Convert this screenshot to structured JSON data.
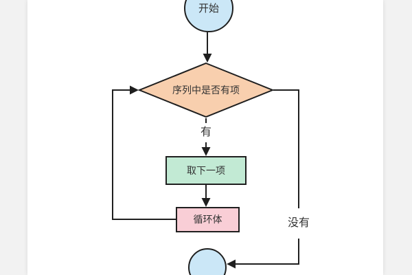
{
  "palette": {
    "page_background": "#f2f2f2",
    "canvas_background": "#ffffff",
    "stroke": "#1f1f1f",
    "text": "#333333",
    "start_fill": "#cbe7f7",
    "decision_fill": "#f8cfae",
    "process_fill": "#c2ead4",
    "loop_fill": "#f9ced6",
    "end_fill": "#cbe7f7"
  },
  "flowchart": {
    "start": {
      "label": "开始",
      "shape": "circle"
    },
    "decision": {
      "label": "序列中是否有项",
      "shape": "diamond"
    },
    "process": {
      "label": "取下一项",
      "shape": "rectangle"
    },
    "loop_body": {
      "label": "循环体",
      "shape": "rectangle"
    },
    "end": {
      "shape": "circle"
    },
    "edges": [
      {
        "from": "start",
        "to": "decision",
        "label": ""
      },
      {
        "from": "decision",
        "to": "process",
        "label": "有"
      },
      {
        "from": "process",
        "to": "loop_body",
        "label": ""
      },
      {
        "from": "loop_body",
        "to": "decision",
        "label": ""
      },
      {
        "from": "decision",
        "to": "end",
        "label": "没有"
      }
    ]
  }
}
